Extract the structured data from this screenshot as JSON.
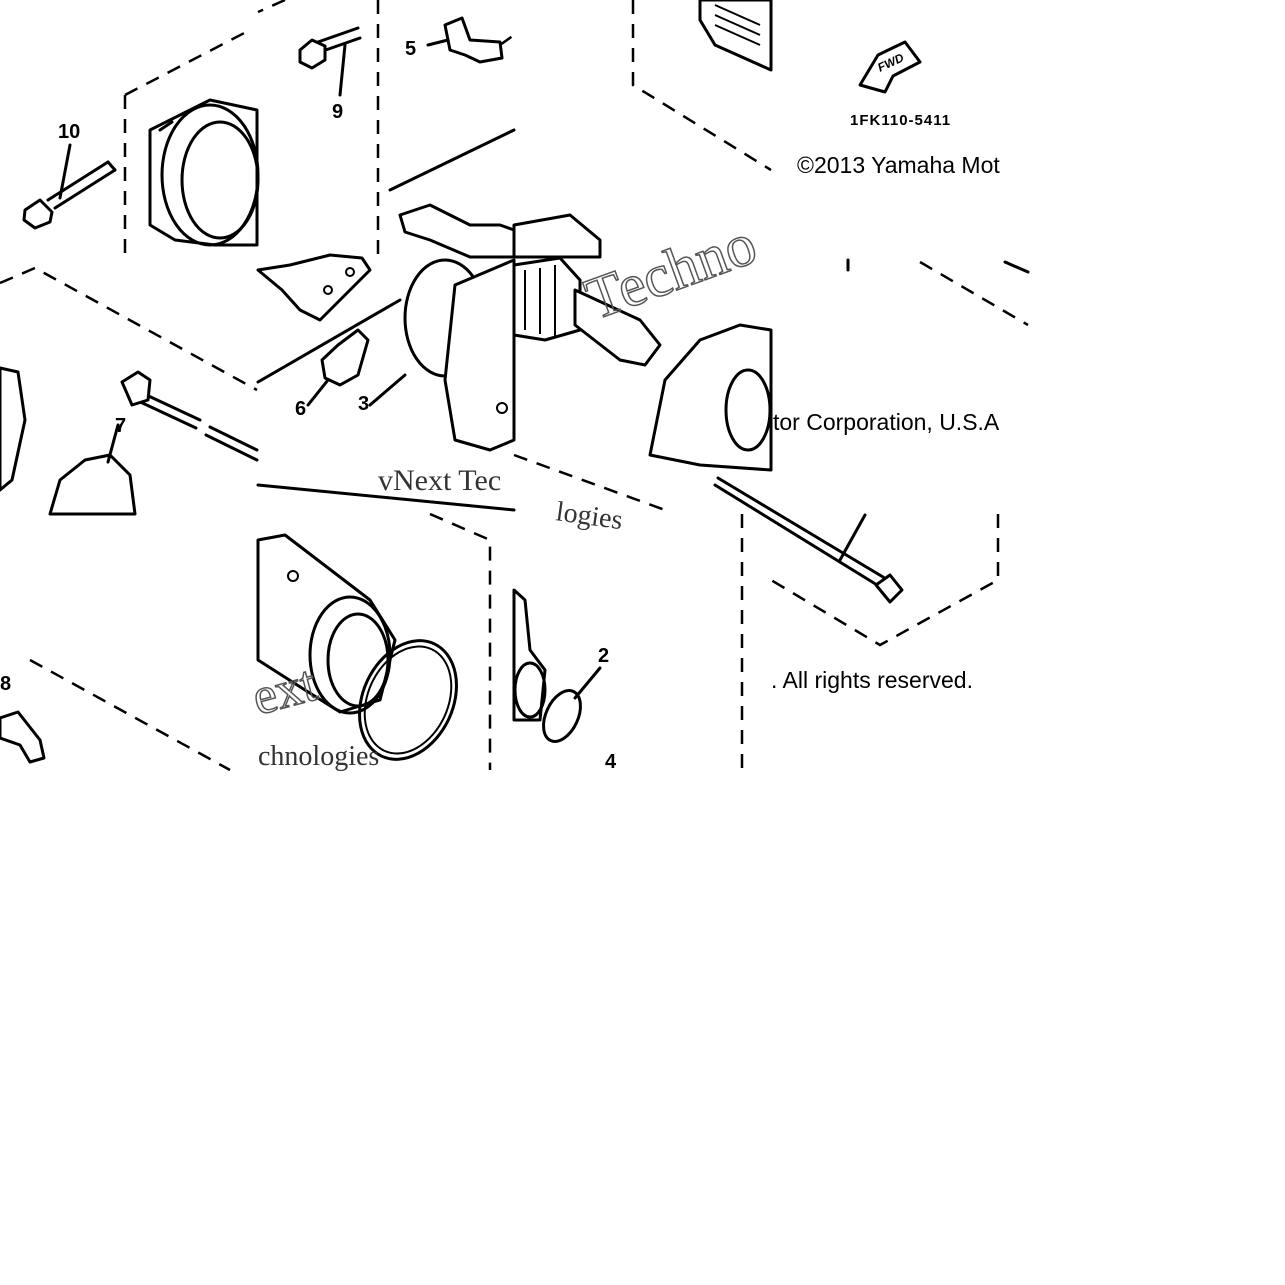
{
  "diagram": {
    "drawing_code": "1FK110-5411",
    "direction_marker": "FWD",
    "copyright_fragments": {
      "top": "©2013 Yamaha Mot",
      "middle": "tor Corporation, U.S.A",
      "bottom": ". All rights reserved."
    },
    "watermark_fragments": {
      "tile_a_line1": "vNext Tec",
      "tile_a_line2": "logies",
      "tile_b": "Techno",
      "tile_c_line1": "ext",
      "tile_c_line2": "chnologies"
    },
    "callouts": [
      {
        "id": "10",
        "label": "10"
      },
      {
        "id": "9",
        "label": "9"
      },
      {
        "id": "5",
        "label": "5"
      },
      {
        "id": "7",
        "label": "7"
      },
      {
        "id": "6",
        "label": "6"
      },
      {
        "id": "3",
        "label": "3"
      },
      {
        "id": "8",
        "label": "8"
      },
      {
        "id": "2",
        "label": "2"
      },
      {
        "id": "4",
        "label": "4"
      }
    ]
  }
}
